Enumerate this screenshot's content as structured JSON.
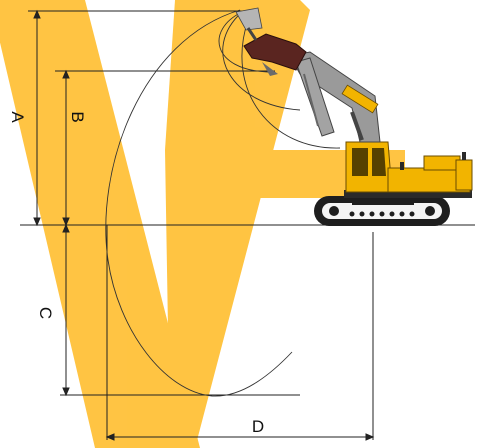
{
  "diagram": {
    "labels": {
      "a": "A",
      "b": "B",
      "c": "C",
      "d": "D"
    },
    "colors": {
      "line": "#222222",
      "watermark": "#ffbf33",
      "machine_body": "#f2b400",
      "boom": "#8f8f8f",
      "bucket": "#5a2520",
      "track": "#1e1e1e"
    }
  }
}
